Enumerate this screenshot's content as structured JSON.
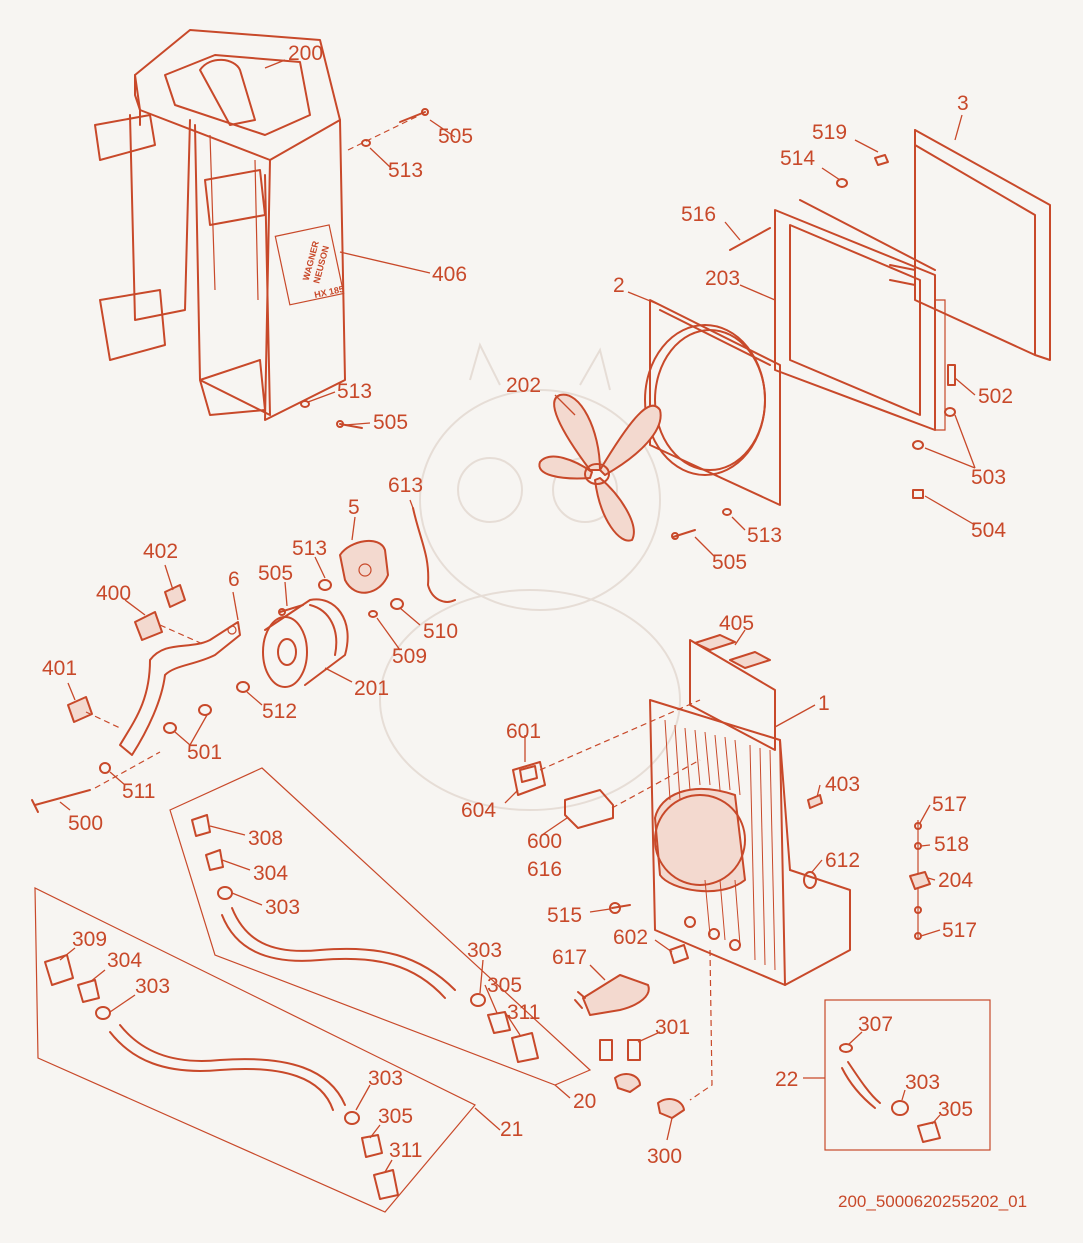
{
  "drawing_id": "200_5000620255202_01",
  "logo": {
    "line1": "WAGNER",
    "line2": "NEUSON",
    "model": "HX 185"
  },
  "labels": [
    {
      "id": "200",
      "text": "200"
    },
    {
      "id": "505a",
      "text": "505"
    },
    {
      "id": "513a",
      "text": "513"
    },
    {
      "id": "406",
      "text": "406"
    },
    {
      "id": "513b",
      "text": "513"
    },
    {
      "id": "505b",
      "text": "505"
    },
    {
      "id": "3",
      "text": "3"
    },
    {
      "id": "519",
      "text": "519"
    },
    {
      "id": "514",
      "text": "514"
    },
    {
      "id": "516",
      "text": "516"
    },
    {
      "id": "203",
      "text": "203"
    },
    {
      "id": "2",
      "text": "2"
    },
    {
      "id": "202",
      "text": "202"
    },
    {
      "id": "502",
      "text": "502"
    },
    {
      "id": "503",
      "text": "503"
    },
    {
      "id": "504",
      "text": "504"
    },
    {
      "id": "513c",
      "text": "513"
    },
    {
      "id": "505c",
      "text": "505"
    },
    {
      "id": "613",
      "text": "613"
    },
    {
      "id": "5",
      "text": "5"
    },
    {
      "id": "513d",
      "text": "513"
    },
    {
      "id": "505d",
      "text": "505"
    },
    {
      "id": "510",
      "text": "510"
    },
    {
      "id": "509",
      "text": "509"
    },
    {
      "id": "201",
      "text": "201"
    },
    {
      "id": "402",
      "text": "402"
    },
    {
      "id": "6",
      "text": "6"
    },
    {
      "id": "400",
      "text": "400"
    },
    {
      "id": "401",
      "text": "401"
    },
    {
      "id": "512",
      "text": "512"
    },
    {
      "id": "501",
      "text": "501"
    },
    {
      "id": "511",
      "text": "511"
    },
    {
      "id": "500",
      "text": "500"
    },
    {
      "id": "405",
      "text": "405"
    },
    {
      "id": "1",
      "text": "1"
    },
    {
      "id": "601",
      "text": "601"
    },
    {
      "id": "604",
      "text": "604"
    },
    {
      "id": "403",
      "text": "403"
    },
    {
      "id": "600",
      "text": "600"
    },
    {
      "id": "616",
      "text": "616"
    },
    {
      "id": "612",
      "text": "612"
    },
    {
      "id": "517a",
      "text": "517"
    },
    {
      "id": "518",
      "text": "518"
    },
    {
      "id": "204",
      "text": "204"
    },
    {
      "id": "517b",
      "text": "517"
    },
    {
      "id": "515",
      "text": "515"
    },
    {
      "id": "602",
      "text": "602"
    },
    {
      "id": "617",
      "text": "617"
    },
    {
      "id": "308",
      "text": "308"
    },
    {
      "id": "304a",
      "text": "304"
    },
    {
      "id": "303a",
      "text": "303"
    },
    {
      "id": "303b",
      "text": "303"
    },
    {
      "id": "305a",
      "text": "305"
    },
    {
      "id": "311a",
      "text": "311"
    },
    {
      "id": "20",
      "text": "20"
    },
    {
      "id": "309",
      "text": "309"
    },
    {
      "id": "304b",
      "text": "304"
    },
    {
      "id": "303c",
      "text": "303"
    },
    {
      "id": "303d",
      "text": "303"
    },
    {
      "id": "305b",
      "text": "305"
    },
    {
      "id": "311b",
      "text": "311"
    },
    {
      "id": "21",
      "text": "21"
    },
    {
      "id": "301",
      "text": "301"
    },
    {
      "id": "300",
      "text": "300"
    },
    {
      "id": "22",
      "text": "22"
    },
    {
      "id": "307",
      "text": "307"
    },
    {
      "id": "303e",
      "text": "303"
    },
    {
      "id": "305c",
      "text": "305"
    }
  ]
}
